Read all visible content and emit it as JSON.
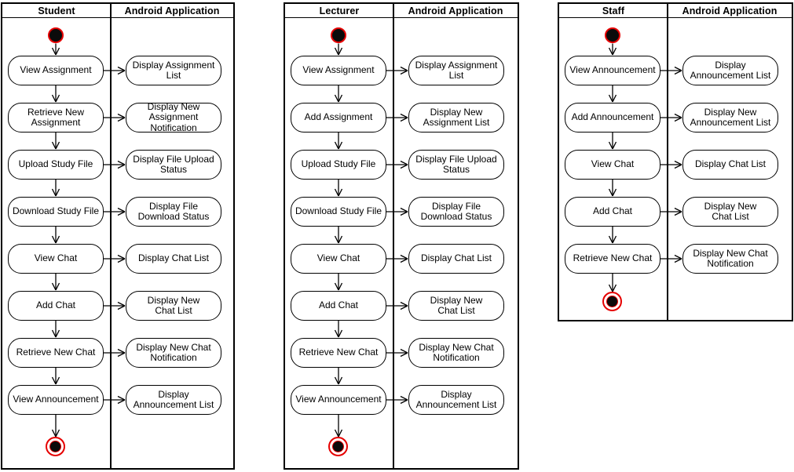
{
  "colors": {
    "line": "#000000",
    "node_fill": "#ffffff",
    "node_stroke": "#000000",
    "start_fill": "#0b0b0b",
    "start_stroke": "#e60000",
    "end_stroke": "#e60000",
    "end_fill": "#0b0b0b"
  },
  "diagrams": [
    {
      "id": "student",
      "lanes": [
        "Student",
        "Android Application"
      ],
      "rows": [
        {
          "actor": "View Assignment",
          "app": "Display Assignment\nList"
        },
        {
          "actor": "Retrieve New\nAssignment",
          "app": "Display New\nAssignment\nNotification"
        },
        {
          "actor": "Upload Study File",
          "app": "Display File Upload\nStatus"
        },
        {
          "actor": "Download Study File",
          "app": "Display File\nDownload Status"
        },
        {
          "actor": "View Chat",
          "app": "Display Chat List"
        },
        {
          "actor": "Add Chat",
          "app": "Display New\nChat List"
        },
        {
          "actor": "Retrieve New Chat",
          "app": "Display New Chat\nNotification"
        },
        {
          "actor": "View Announcement",
          "app": "Display\nAnnouncement List"
        }
      ]
    },
    {
      "id": "lecturer",
      "lanes": [
        "Lecturer",
        "Android Application"
      ],
      "rows": [
        {
          "actor": "View Assignment",
          "app": "Display Assignment\nList"
        },
        {
          "actor": "Add Assignment",
          "app": "Display New\nAssignment List"
        },
        {
          "actor": "Upload Study File",
          "app": "Display File Upload\nStatus"
        },
        {
          "actor": "Download Study File",
          "app": "Display File\nDownload Status"
        },
        {
          "actor": "View Chat",
          "app": "Display Chat List"
        },
        {
          "actor": "Add Chat",
          "app": "Display New\nChat List"
        },
        {
          "actor": "Retrieve New Chat",
          "app": "Display New Chat\nNotification"
        },
        {
          "actor": "View Announcement",
          "app": "Display\nAnnouncement List"
        }
      ]
    },
    {
      "id": "staff",
      "lanes": [
        "Staff",
        "Android Application"
      ],
      "rows": [
        {
          "actor": "View Announcement",
          "app": "Display\nAnnouncement List"
        },
        {
          "actor": "Add Announcement",
          "app": "Display New\nAnnouncement List"
        },
        {
          "actor": "View Chat",
          "app": "Display Chat List"
        },
        {
          "actor": "Add Chat",
          "app": "Display New\nChat List"
        },
        {
          "actor": "Retrieve New Chat",
          "app": "Display New Chat\nNotification"
        }
      ]
    }
  ]
}
